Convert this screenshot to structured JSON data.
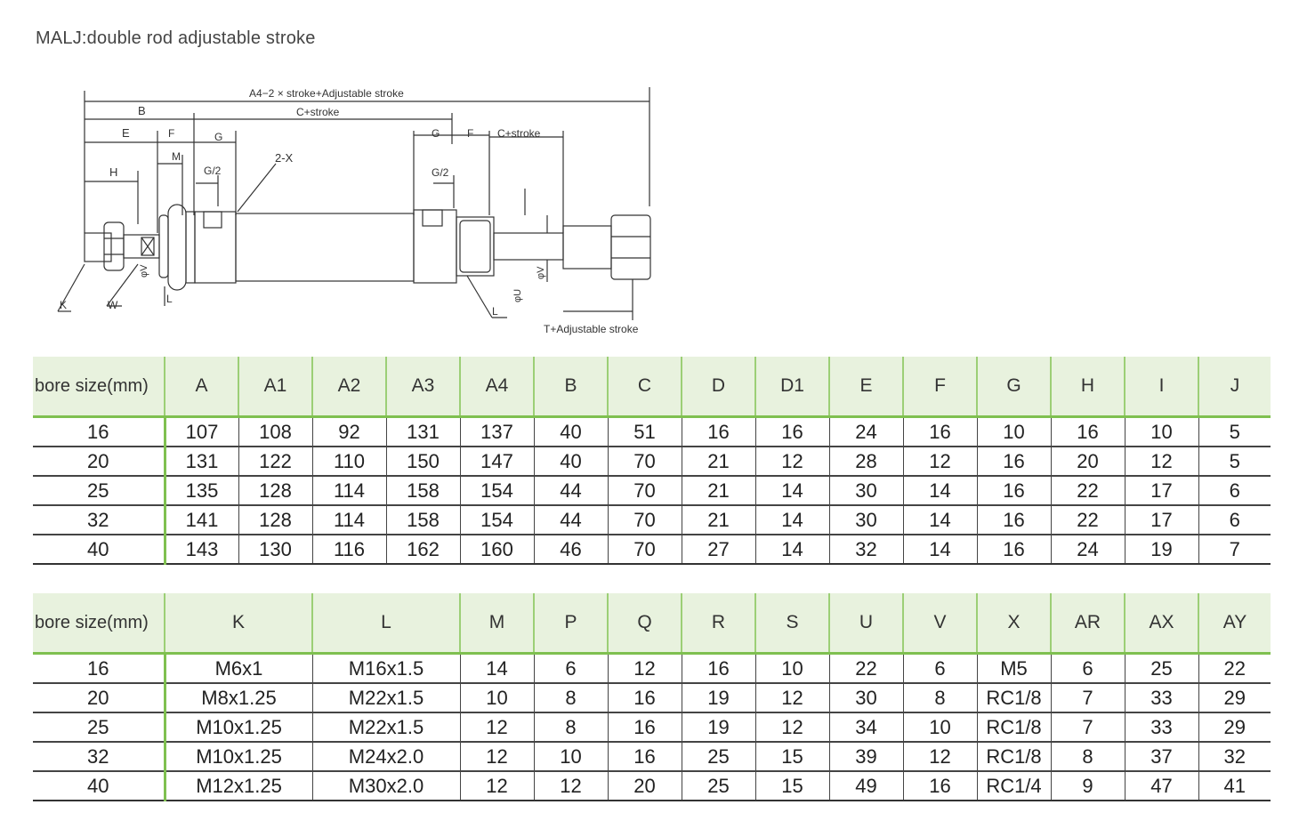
{
  "title": "MALJ:double rod adjustable stroke",
  "drawing": {
    "labels": {
      "overall": "A4−2 × stroke+Adjustable stroke",
      "b": "B",
      "c_stroke": "C+stroke",
      "e": "E",
      "f": "F",
      "g": "G",
      "m": "M",
      "h": "H",
      "g2": "G/2",
      "x2": "2-X",
      "g_right": "G",
      "f_right": "F",
      "c_stroke_right": "C+stroke",
      "g2_right": "G/2",
      "k": "K",
      "w": "W",
      "l": "L",
      "l_right": "L",
      "phi_v": "φV",
      "phi_u": "φU",
      "phi_v_right": "φV",
      "t_adj": "T+Adjustable stroke"
    }
  },
  "table1": {
    "headers": [
      "bore size(mm)",
      "A",
      "A1",
      "A2",
      "A3",
      "A4",
      "B",
      "C",
      "D",
      "D1",
      "E",
      "F",
      "G",
      "H",
      "I",
      "J"
    ],
    "rows": [
      [
        "16",
        "107",
        "108",
        "92",
        "131",
        "137",
        "40",
        "51",
        "16",
        "16",
        "24",
        "16",
        "10",
        "16",
        "10",
        "5"
      ],
      [
        "20",
        "131",
        "122",
        "110",
        "150",
        "147",
        "40",
        "70",
        "21",
        "12",
        "28",
        "12",
        "16",
        "20",
        "12",
        "5"
      ],
      [
        "25",
        "135",
        "128",
        "114",
        "158",
        "154",
        "44",
        "70",
        "21",
        "14",
        "30",
        "14",
        "16",
        "22",
        "17",
        "6"
      ],
      [
        "32",
        "141",
        "128",
        "114",
        "158",
        "154",
        "44",
        "70",
        "21",
        "14",
        "30",
        "14",
        "16",
        "22",
        "17",
        "6"
      ],
      [
        "40",
        "143",
        "130",
        "116",
        "162",
        "160",
        "46",
        "70",
        "27",
        "14",
        "32",
        "14",
        "16",
        "24",
        "19",
        "7"
      ]
    ]
  },
  "table2": {
    "headers": [
      "bore size(mm)",
      "K",
      "L",
      "M",
      "P",
      "Q",
      "R",
      "S",
      "U",
      "V",
      "X",
      "AR",
      "AX",
      "AY"
    ],
    "rows": [
      [
        "16",
        "M6x1",
        "M16x1.5",
        "14",
        "6",
        "12",
        "16",
        "10",
        "22",
        "6",
        "M5",
        "6",
        "25",
        "22"
      ],
      [
        "20",
        "M8x1.25",
        "M22x1.5",
        "10",
        "8",
        "16",
        "19",
        "12",
        "30",
        "8",
        "RC1/8",
        "7",
        "33",
        "29"
      ],
      [
        "25",
        "M10x1.25",
        "M22x1.5",
        "12",
        "8",
        "16",
        "19",
        "12",
        "34",
        "10",
        "RC1/8",
        "7",
        "33",
        "29"
      ],
      [
        "32",
        "M10x1.25",
        "M24x2.0",
        "12",
        "10",
        "16",
        "25",
        "15",
        "39",
        "12",
        "RC1/8",
        "8",
        "37",
        "32"
      ],
      [
        "40",
        "M12x1.25",
        "M30x2.0",
        "12",
        "12",
        "20",
        "25",
        "15",
        "49",
        "16",
        "RC1/4",
        "9",
        "47",
        "41"
      ]
    ]
  }
}
